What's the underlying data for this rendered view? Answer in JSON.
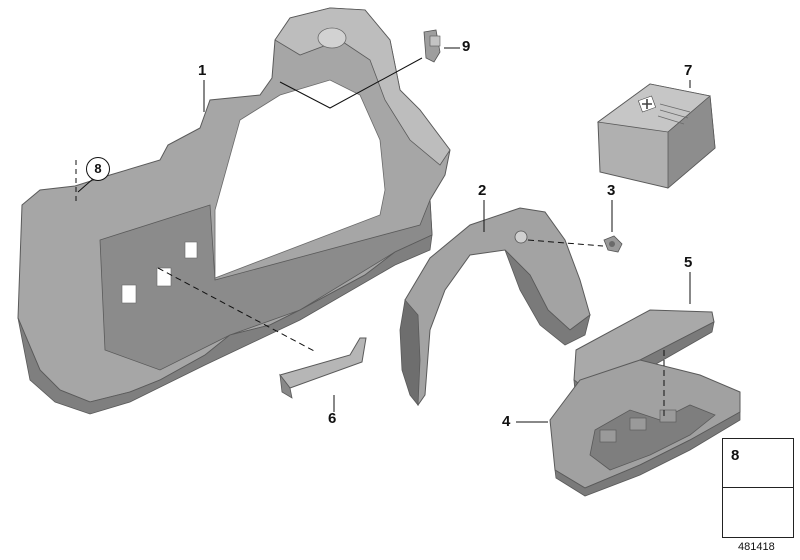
{
  "diagram": {
    "callouts": {
      "part_1": "1",
      "part_2": "2",
      "part_3": "3",
      "part_4": "4",
      "part_5": "5",
      "part_6": "6",
      "part_7": "7",
      "part_8_ref": "8",
      "part_9": "9"
    },
    "legend": {
      "part_number": "8"
    },
    "diagram_id": "481418",
    "colors": {
      "part_fill": "#a9a9a9",
      "part_shadow": "#7d7d7d",
      "part_light": "#c9c9c9",
      "outline": "#555555",
      "leader": "#111111"
    }
  }
}
